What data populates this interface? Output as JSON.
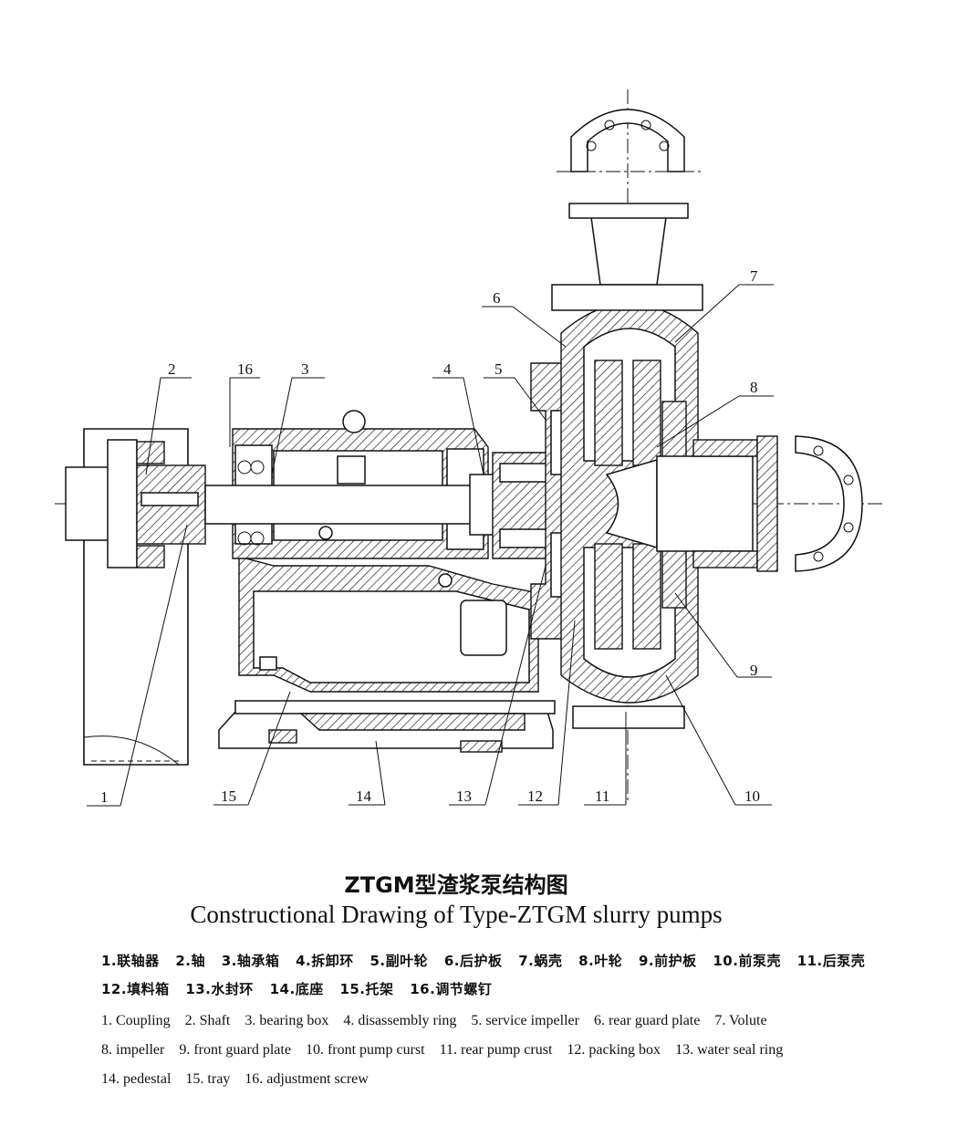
{
  "diagram": {
    "callouts": [
      "1",
      "2",
      "3",
      "4",
      "5",
      "6",
      "7",
      "8",
      "9",
      "10",
      "11",
      "12",
      "13",
      "14",
      "15",
      "16"
    ]
  },
  "titles": {
    "cn": "ZTGM型渣浆泵结构图",
    "en": "Constructional Drawing of Type-ZTGM slurry pumps"
  },
  "legend_cn": {
    "line1": [
      "1.联轴器",
      "2.轴",
      "3.轴承箱",
      "4.拆卸环",
      "5.副叶轮",
      "6.后护板",
      "7.蜗壳",
      "8.叶轮",
      "9.前护板",
      "10.前泵壳",
      "11.后泵壳"
    ],
    "line2": [
      "12.填料箱",
      "13.水封环",
      "14.底座",
      "15.托架",
      "16.调节螺钉"
    ]
  },
  "legend_en": {
    "line1": [
      "1. Coupling",
      "2. Shaft",
      "3. bearing box",
      "4. disassembly ring",
      "5. service impeller",
      "6. rear guard plate",
      "7. Volute"
    ],
    "line2": [
      "8.  impeller",
      "9. front guard plate",
      "10. front pump curst",
      "11. rear pump crust",
      "12. packing box",
      "13. water seal ring"
    ],
    "line3": [
      "14. pedestal",
      "15. tray",
      "16. adjustment screw"
    ]
  }
}
